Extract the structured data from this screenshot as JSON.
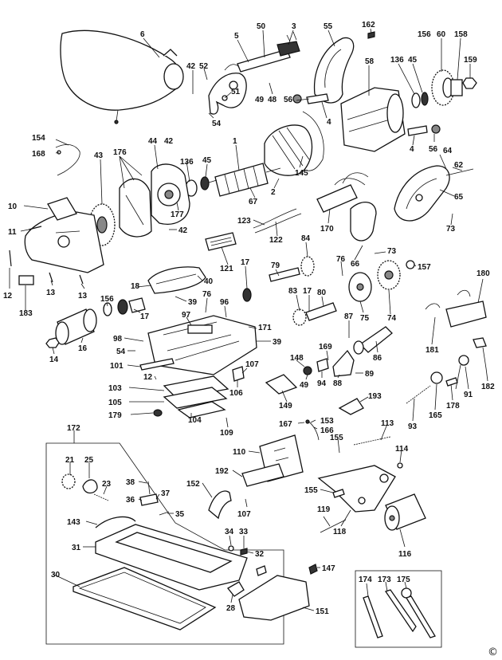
{
  "copyright_symbol": "©",
  "callouts": [
    {
      "id": "c6",
      "text": "6"
    },
    {
      "id": "c5",
      "text": "5"
    },
    {
      "id": "c50",
      "text": "50"
    },
    {
      "id": "c3",
      "text": "3"
    },
    {
      "id": "c55",
      "text": "55"
    },
    {
      "id": "c162",
      "text": "162"
    },
    {
      "id": "c42a",
      "text": "42"
    },
    {
      "id": "c52",
      "text": "52"
    },
    {
      "id": "c51",
      "text": "51"
    },
    {
      "id": "c49a",
      "text": "49"
    },
    {
      "id": "c48",
      "text": "48"
    },
    {
      "id": "c54a",
      "text": "54"
    },
    {
      "id": "c56a",
      "text": "56"
    },
    {
      "id": "c58",
      "text": "58"
    },
    {
      "id": "c136a",
      "text": "136"
    },
    {
      "id": "c45a",
      "text": "45"
    },
    {
      "id": "c156a",
      "text": "156"
    },
    {
      "id": "c60",
      "text": "60"
    },
    {
      "id": "c158",
      "text": "158"
    },
    {
      "id": "c159",
      "text": "159"
    },
    {
      "id": "c4a",
      "text": "4"
    },
    {
      "id": "c4b",
      "text": "4"
    },
    {
      "id": "c56b",
      "text": "56"
    },
    {
      "id": "c154",
      "text": "154"
    },
    {
      "id": "c168",
      "text": "168"
    },
    {
      "id": "c176",
      "text": "176"
    },
    {
      "id": "c44",
      "text": "44"
    },
    {
      "id": "c42b",
      "text": "42"
    },
    {
      "id": "c1",
      "text": "1"
    },
    {
      "id": "c43",
      "text": "43"
    },
    {
      "id": "c136b",
      "text": "136"
    },
    {
      "id": "c45b",
      "text": "45"
    },
    {
      "id": "c145",
      "text": "145"
    },
    {
      "id": "c64",
      "text": "64"
    },
    {
      "id": "c62",
      "text": "62"
    },
    {
      "id": "c65",
      "text": "65"
    },
    {
      "id": "c177",
      "text": "177"
    },
    {
      "id": "c67",
      "text": "67"
    },
    {
      "id": "c2",
      "text": "2"
    },
    {
      "id": "c10",
      "text": "10"
    },
    {
      "id": "c123",
      "text": "123"
    },
    {
      "id": "c170",
      "text": "170"
    },
    {
      "id": "c73a",
      "text": "73"
    },
    {
      "id": "c11",
      "text": "11"
    },
    {
      "id": "c42c",
      "text": "42"
    },
    {
      "id": "c122",
      "text": "122"
    },
    {
      "id": "c84",
      "text": "84"
    },
    {
      "id": "c73b",
      "text": "73"
    },
    {
      "id": "c121",
      "text": "121"
    },
    {
      "id": "c66",
      "text": "66"
    },
    {
      "id": "c17a",
      "text": "17"
    },
    {
      "id": "c79",
      "text": "79"
    },
    {
      "id": "c76a",
      "text": "76"
    },
    {
      "id": "c157",
      "text": "157"
    },
    {
      "id": "c180",
      "text": "180"
    },
    {
      "id": "c12a",
      "text": "12"
    },
    {
      "id": "c13a",
      "text": "13"
    },
    {
      "id": "c13b",
      "text": "13"
    },
    {
      "id": "c183",
      "text": "183"
    },
    {
      "id": "c18",
      "text": "18"
    },
    {
      "id": "c40",
      "text": "40"
    },
    {
      "id": "c156b",
      "text": "156"
    },
    {
      "id": "c39a",
      "text": "39"
    },
    {
      "id": "c76b",
      "text": "76"
    },
    {
      "id": "c96",
      "text": "96"
    },
    {
      "id": "c83",
      "text": "83"
    },
    {
      "id": "c17b",
      "text": "17"
    },
    {
      "id": "c80",
      "text": "80"
    },
    {
      "id": "c75",
      "text": "75"
    },
    {
      "id": "c74",
      "text": "74"
    },
    {
      "id": "c17c",
      "text": "17"
    },
    {
      "id": "c97",
      "text": "97"
    },
    {
      "id": "c171",
      "text": "171"
    },
    {
      "id": "c87",
      "text": "87"
    },
    {
      "id": "c98",
      "text": "98"
    },
    {
      "id": "c39b",
      "text": "39"
    },
    {
      "id": "c54b",
      "text": "54"
    },
    {
      "id": "c169",
      "text": "169"
    },
    {
      "id": "c86",
      "text": "86"
    },
    {
      "id": "c181",
      "text": "181"
    },
    {
      "id": "c182",
      "text": "182"
    },
    {
      "id": "c14",
      "text": "14"
    },
    {
      "id": "c16",
      "text": "16"
    },
    {
      "id": "c148",
      "text": "148"
    },
    {
      "id": "c101",
      "text": "101"
    },
    {
      "id": "c107a",
      "text": "107"
    },
    {
      "id": "c49b",
      "text": "49"
    },
    {
      "id": "c94",
      "text": "94"
    },
    {
      "id": "c88",
      "text": "88"
    },
    {
      "id": "c89",
      "text": "89"
    },
    {
      "id": "c12b",
      "text": "12"
    },
    {
      "id": "c106",
      "text": "106"
    },
    {
      "id": "c91",
      "text": "91"
    },
    {
      "id": "c103",
      "text": "103"
    },
    {
      "id": "c149",
      "text": "149"
    },
    {
      "id": "c193",
      "text": "193"
    },
    {
      "id": "c165",
      "text": "165"
    },
    {
      "id": "c178",
      "text": "178"
    },
    {
      "id": "c105",
      "text": "105"
    },
    {
      "id": "c93",
      "text": "93"
    },
    {
      "id": "c179",
      "text": "179"
    },
    {
      "id": "c104",
      "text": "104"
    },
    {
      "id": "c167",
      "text": "167"
    },
    {
      "id": "c153",
      "text": "153"
    },
    {
      "id": "c166",
      "text": "166"
    },
    {
      "id": "c113",
      "text": "113"
    },
    {
      "id": "c109",
      "text": "109"
    },
    {
      "id": "c172",
      "text": "172"
    },
    {
      "id": "c155a",
      "text": "155"
    },
    {
      "id": "c114",
      "text": "114"
    },
    {
      "id": "c110",
      "text": "110"
    },
    {
      "id": "c21",
      "text": "21"
    },
    {
      "id": "c25",
      "text": "25"
    },
    {
      "id": "c192",
      "text": "192"
    },
    {
      "id": "c38",
      "text": "38"
    },
    {
      "id": "c23",
      "text": "23"
    },
    {
      "id": "c37",
      "text": "37"
    },
    {
      "id": "c152",
      "text": "152"
    },
    {
      "id": "c155b",
      "text": "155"
    },
    {
      "id": "c36",
      "text": "36"
    },
    {
      "id": "c107b",
      "text": "107"
    },
    {
      "id": "c35",
      "text": "35"
    },
    {
      "id": "c143",
      "text": "143"
    },
    {
      "id": "c119",
      "text": "119"
    },
    {
      "id": "c34",
      "text": "34"
    },
    {
      "id": "c33",
      "text": "33"
    },
    {
      "id": "c118",
      "text": "118"
    },
    {
      "id": "c116",
      "text": "116"
    },
    {
      "id": "c31",
      "text": "31"
    },
    {
      "id": "c32",
      "text": "32"
    },
    {
      "id": "c147",
      "text": "147"
    },
    {
      "id": "c30",
      "text": "30"
    },
    {
      "id": "c174",
      "text": "174"
    },
    {
      "id": "c173",
      "text": "173"
    },
    {
      "id": "c175",
      "text": "175"
    },
    {
      "id": "c28",
      "text": "28"
    },
    {
      "id": "c151",
      "text": "151"
    }
  ]
}
